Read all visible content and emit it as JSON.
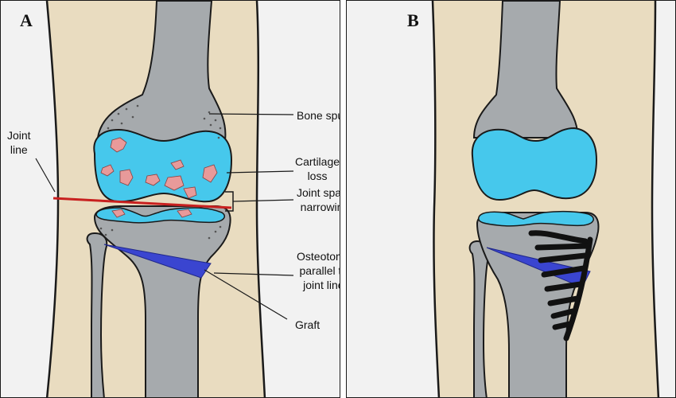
{
  "panels": [
    {
      "label": "A"
    },
    {
      "label": "B"
    }
  ],
  "annotations": {
    "joint_line": "Joint\nline",
    "bone_spurs": "Bone spurs",
    "cartilage_loss": "Cartilage\nloss",
    "joint_space_narrowing": "Joint space\nnarrowing",
    "osteotomy": "Osteotomy\nparallel to\njoint line",
    "graft": "Graft"
  },
  "colors": {
    "skin": "#e9dcc0",
    "bone": "#a6aaad",
    "cartilage": "#46c8ec",
    "cartilage_damage": "#e89a9a",
    "joint_line": "#c8201f",
    "graft": "#3a45d0",
    "outline": "#1a1a1a"
  }
}
